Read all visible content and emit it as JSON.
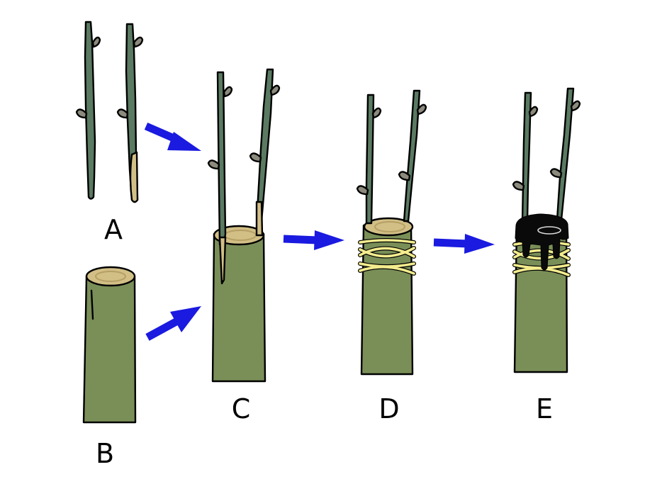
{
  "stages": [
    {
      "id": "A",
      "label": "A"
    },
    {
      "id": "B",
      "label": "B"
    },
    {
      "id": "C",
      "label": "C"
    },
    {
      "id": "D",
      "label": "D"
    },
    {
      "id": "E",
      "label": "E"
    }
  ],
  "colors": {
    "scion": "#5a7a62",
    "stock": "#7a8f58",
    "bud": "#8c8a7c",
    "cut_wood": "#d2bf86",
    "cut_ring": "#b59f64",
    "tie": "#f3ec8e",
    "sealant": "#0a0a0a",
    "arrow": "#1a1ae0",
    "outline": "#000000"
  }
}
